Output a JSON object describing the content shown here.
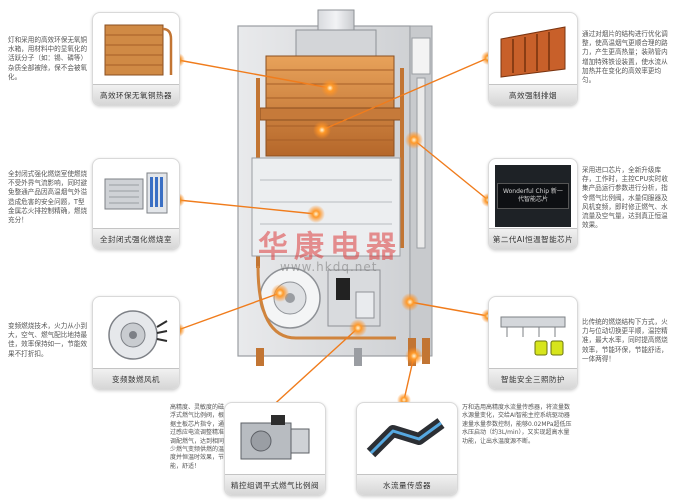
{
  "watermark": {
    "brand": "华康电器",
    "url": "www.hkdq.net"
  },
  "board_label": "Wonderful Chip 新一代智能芯片",
  "features": [
    {
      "id": "heat-exchanger",
      "title": "高效环保无氧铜热器",
      "description": "灯和采用的高效环保无氧铜水箱，用材料中的显氧化的活跃分子（如：锡、磷等）杂质全部被除，保不会被氧化。"
    },
    {
      "id": "smoke-hood",
      "title": "高效强制排烟",
      "description": "通过对烟片的结构进行优化调整，使高温烟气更顺合理的路力，产生更高热量；装熟管内增加特殊铁设装置，使水流从加热并在变化的高效率更均匀。"
    },
    {
      "id": "burner",
      "title": "全封闭式强化燃烧室",
      "description": "全封闭式强化燃烧室使燃烧不受外界气流影响，同时避免整通产品因高温烟气外溢造成危害的安全问题，T型金属芯火排控制精确，燃烧充分！"
    },
    {
      "id": "chip",
      "title": "第二代AI恒温智能芯片",
      "description": "采用进口芯片，全新升级库存，工作时，主控CPU实时收集产品运行参数进行分析，指令燃气比例阀，水量伺服器及风机变频，即时修正燃气、水流量及空气量，达到真正恒温效果。"
    },
    {
      "id": "fan",
      "title": "变频鼓燃风机",
      "description": "变频燃烧技术，火力从小到大，空气、燃气配比地持最佳，效率保持如一，节能效果不打折扣。"
    },
    {
      "id": "electrodes",
      "title": "智能安全三照防护",
      "description": "比传统的燃烧结构下方式，火力与位动切换更平顺，温控精准，最大水率，同时提高燃烧效率，节能环保，节能舒适，一体两得！"
    },
    {
      "id": "gas-valve",
      "title": "精控组调平式燃气比例阀",
      "description": "高精度、灵敏度的磁浮式燃气比例阀，根据主板芯片指令，通过感应电流调整精准调配燃气，达到相同少燃气变频供燃的温度并恒温时效果，节能，舒适！"
    },
    {
      "id": "water-servo",
      "title": "水流量传感器",
      "description": "万和选用高精度水流量传感器，将流量数水源量变化，交给AI智能主控系统驱动器速量水量参数控制，能够0.02MPa超低压水压启动（约3L/min），又实现超高水量功能，让出水温度源不断。"
    }
  ]
}
